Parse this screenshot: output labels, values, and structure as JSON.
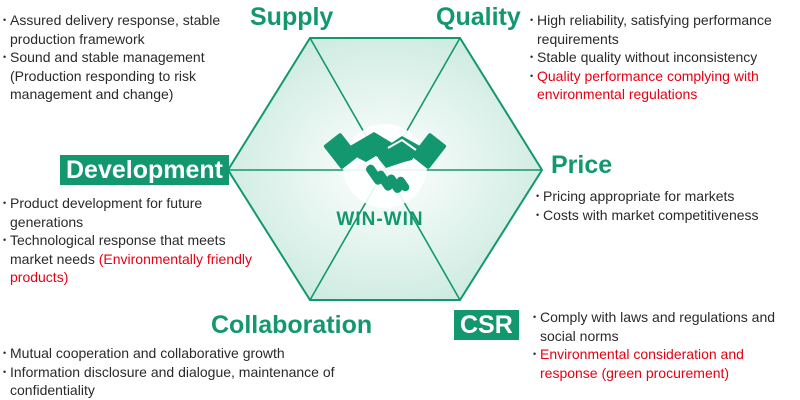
{
  "colors": {
    "green": "#13976e",
    "hex_fill": "#e6f5f0",
    "hex_line": "#13976e",
    "red_text": "#e60012"
  },
  "center": {
    "label": "WIN-WIN",
    "icon": "handshake-icon"
  },
  "sections": {
    "supply": {
      "heading": "Supply",
      "points": [
        {
          "parts": [
            {
              "text": "Assured delivery response, stable production framework",
              "red": false
            }
          ]
        },
        {
          "parts": [
            {
              "text": "Sound and stable management (Production responding to risk management and change)",
              "red": false
            }
          ]
        }
      ]
    },
    "quality": {
      "heading": "Quality",
      "points": [
        {
          "parts": [
            {
              "text": "High reliability, satisfying performance requirements",
              "red": false
            }
          ]
        },
        {
          "parts": [
            {
              "text": "Stable quality without inconsistency",
              "red": false
            }
          ]
        },
        {
          "parts": [
            {
              "text": "Quality performance complying with environmental regulations",
              "red": true
            }
          ]
        }
      ]
    },
    "development": {
      "heading": "Development",
      "points": [
        {
          "parts": [
            {
              "text": "Product development for future generations",
              "red": false
            }
          ]
        },
        {
          "parts": [
            {
              "text": "Technological response that meets market needs ",
              "red": false
            },
            {
              "text": "(Environmentally friendly products)",
              "red": true
            }
          ]
        }
      ]
    },
    "price": {
      "heading": "Price",
      "points": [
        {
          "parts": [
            {
              "text": "Pricing appropriate for markets",
              "red": false
            }
          ]
        },
        {
          "parts": [
            {
              "text": "Costs with market competitiveness",
              "red": false
            }
          ]
        }
      ]
    },
    "collaboration": {
      "heading": "Collaboration",
      "points": [
        {
          "parts": [
            {
              "text": "Mutual cooperation and collaborative growth",
              "red": false
            }
          ]
        },
        {
          "parts": [
            {
              "text": "Information disclosure and dialogue, maintenance of confidentiality",
              "red": false
            }
          ]
        }
      ]
    },
    "csr": {
      "heading": "CSR",
      "points": [
        {
          "parts": [
            {
              "text": "Comply with laws and regulations and social norms",
              "red": false
            }
          ]
        },
        {
          "parts": [
            {
              "text": "Environmental consideration and response (green procurement)",
              "red": true
            }
          ]
        }
      ]
    }
  }
}
